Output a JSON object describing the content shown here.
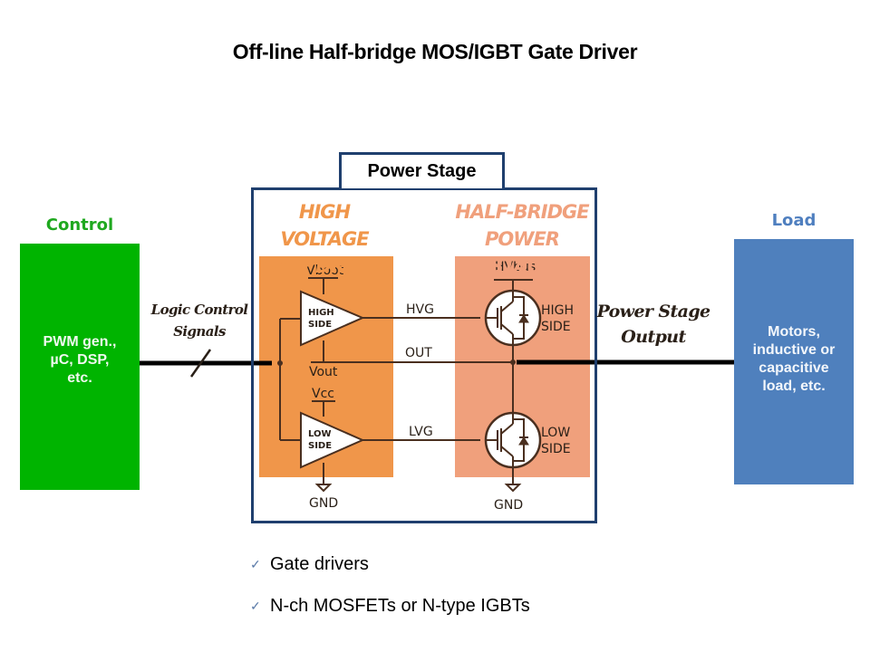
{
  "title": "Off-line Half-bridge MOS/IGBT Gate Driver",
  "control": {
    "label": "Control",
    "box_lines": [
      "PWM gen.,",
      "µC, DSP,",
      "etc."
    ],
    "color": "#00b400"
  },
  "load": {
    "label": "Load",
    "box_lines": [
      "Motors,",
      "inductive or",
      "capacitive",
      "load, etc."
    ],
    "color": "#4f80bd"
  },
  "logic_signals": {
    "lines": [
      "Logic Control",
      "Signals"
    ]
  },
  "power_stage": {
    "tab_label": "Power Stage",
    "gate_driver": {
      "title_lines": [
        "HIGH VOLTAGE",
        "GATE DRIVER"
      ],
      "color": "#f0964a",
      "high_side": {
        "supply": "Vboot",
        "label_lines": [
          "HIGH",
          "SIDE"
        ],
        "ref": "Vout"
      },
      "low_side": {
        "supply": "Vcc",
        "label_lines": [
          "LOW",
          "SIDE"
        ],
        "ref": "GND"
      }
    },
    "half_bridge": {
      "title_lines": [
        "HALF-BRIDGE",
        "POWER STAGE"
      ],
      "color": "#f0a07c",
      "supply": "HVbus",
      "high_side_label_lines": [
        "HIGH",
        "SIDE"
      ],
      "low_side_label_lines": [
        "LOW",
        "SIDE"
      ],
      "ground": "GND"
    },
    "signals": {
      "hvg": "HVG",
      "out": "OUT",
      "lvg": "LVG"
    }
  },
  "output_label": {
    "lines": [
      "Power Stage",
      "Output"
    ]
  },
  "bullets": [
    {
      "icon": "check-icon",
      "text": "Gate drivers"
    },
    {
      "icon": "check-icon",
      "text": "N-ch MOSFETs or N-type IGBTs"
    }
  ]
}
